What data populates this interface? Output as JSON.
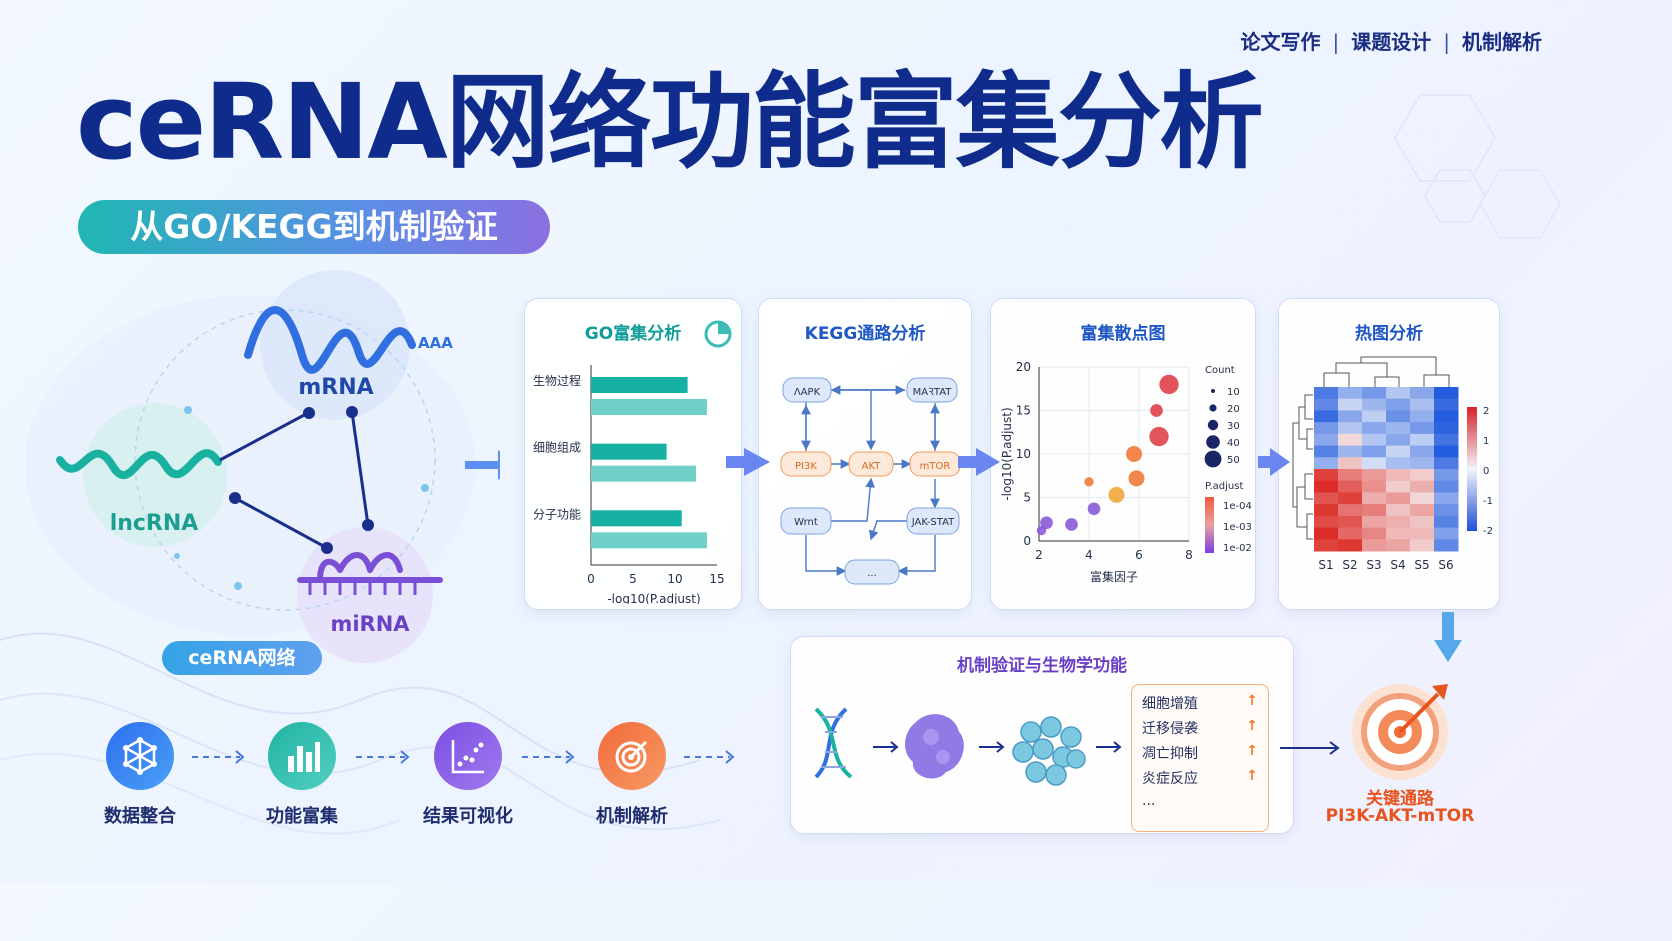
{
  "top_nav": [
    "论文写作",
    "课题设计",
    "机制解析"
  ],
  "title": "ceRNA网络功能富集分析",
  "subtitle": "从GO/KEGG到机制验证",
  "network": {
    "mrna": "mRNA",
    "mrna_tail": "AAA",
    "lncrna": "lncRNA",
    "mirna": "miRNA",
    "badge": "ceRNA网络"
  },
  "go_panel": {
    "title": "GO富集分析",
    "chart_data": {
      "type": "bar",
      "categories": [
        "生物过程",
        "细胞组成",
        "分子功能"
      ],
      "series": [
        {
          "values": [
            11.5,
            9,
            10.8
          ],
          "color": "#16b0a4"
        },
        {
          "values": [
            13.8,
            12.5,
            13.8
          ],
          "color": "#6fd0c8"
        }
      ],
      "xlabel": "-log10(P.adjust)",
      "xticks": [
        "0",
        "5",
        "10",
        "15"
      ],
      "xlim": [
        0,
        15
      ]
    }
  },
  "kegg_panel": {
    "title": "KEGG通路分析",
    "nodes": [
      "ΛAPK",
      "MAꝚTAT",
      "PI3K",
      "AKT",
      "mTOR",
      "Wrnt",
      "JAK-STAT",
      "..."
    ]
  },
  "scatter_panel": {
    "title": "富集散点图",
    "chart_data": {
      "type": "scatter",
      "x": [
        2.3,
        3.3,
        2.1,
        4.2,
        4.0,
        5.1,
        5.9,
        5.8,
        6.8,
        6.7,
        7.2
      ],
      "y": [
        2.1,
        1.9,
        1.2,
        3.7,
        6.8,
        5.3,
        7.2,
        10.0,
        12.0,
        15.0,
        18.0
      ],
      "size_count": [
        20,
        20,
        10,
        20,
        10,
        30,
        30,
        30,
        40,
        20,
        40
      ],
      "xlabel": "富集因子",
      "ylabel": "-log10(P.adjust)",
      "xticks": [
        "2",
        "4",
        "6",
        "8"
      ],
      "yticks": [
        "0",
        "5",
        "10",
        "15",
        "20"
      ],
      "xlim": [
        2,
        8
      ],
      "ylim": [
        0,
        20
      ],
      "legend_count_title": "Count",
      "legend_count": [
        "10",
        "20",
        "30",
        "40",
        "50"
      ],
      "legend_padj_title": "P.adjust",
      "legend_padj": [
        "1e-04",
        "1e-03",
        "1e-02"
      ]
    }
  },
  "heatmap_panel": {
    "title": "热图分析",
    "chart_data": {
      "type": "heatmap",
      "columns": [
        "S1",
        "S2",
        "S3",
        "S4",
        "S5",
        "S6"
      ],
      "scale_ticks": [
        "2",
        "1",
        "0",
        "-1",
        "-2"
      ],
      "values": [
        [
          -1.6,
          -0.9,
          -1.2,
          -0.6,
          -1.0,
          -2.0
        ],
        [
          -1.4,
          -0.4,
          -0.8,
          -1.1,
          -0.7,
          -1.8
        ],
        [
          -1.8,
          -1.0,
          -0.5,
          -1.3,
          -0.9,
          -2.0
        ],
        [
          -1.2,
          -0.6,
          -1.0,
          -0.8,
          -1.2,
          -1.9
        ],
        [
          -1.0,
          0.3,
          -0.6,
          -1.0,
          -0.5,
          -1.7
        ],
        [
          -1.5,
          -0.8,
          -1.1,
          -0.4,
          -1.0,
          -2.0
        ],
        [
          -0.9,
          0.5,
          -0.3,
          -0.7,
          -0.8,
          -1.6
        ],
        [
          1.8,
          1.2,
          0.9,
          0.6,
          0.4,
          -1.2
        ],
        [
          2.0,
          1.5,
          1.0,
          0.4,
          0.7,
          -1.4
        ],
        [
          1.6,
          1.8,
          0.7,
          0.9,
          0.3,
          -1.0
        ],
        [
          1.9,
          1.3,
          1.2,
          0.5,
          0.8,
          -1.3
        ],
        [
          1.7,
          1.6,
          0.8,
          0.7,
          0.5,
          -1.5
        ],
        [
          2.0,
          1.4,
          1.1,
          0.6,
          0.6,
          -1.1
        ],
        [
          1.8,
          1.9,
          0.9,
          0.8,
          0.4,
          -1.4
        ]
      ]
    }
  },
  "workflow_steps": [
    "数据整合",
    "功能富集",
    "结果可视化",
    "机制解析"
  ],
  "mechanism_panel": {
    "title": "机制验证与生物学功能",
    "functions": [
      "细胞增殖",
      "迁移侵袭",
      "凋亡抑制",
      "炎症反应"
    ],
    "more": "...",
    "up_arrow": "↑"
  },
  "key_pathway": {
    "label": "关键通路",
    "name": "PI3K-AKT-mTOR"
  }
}
